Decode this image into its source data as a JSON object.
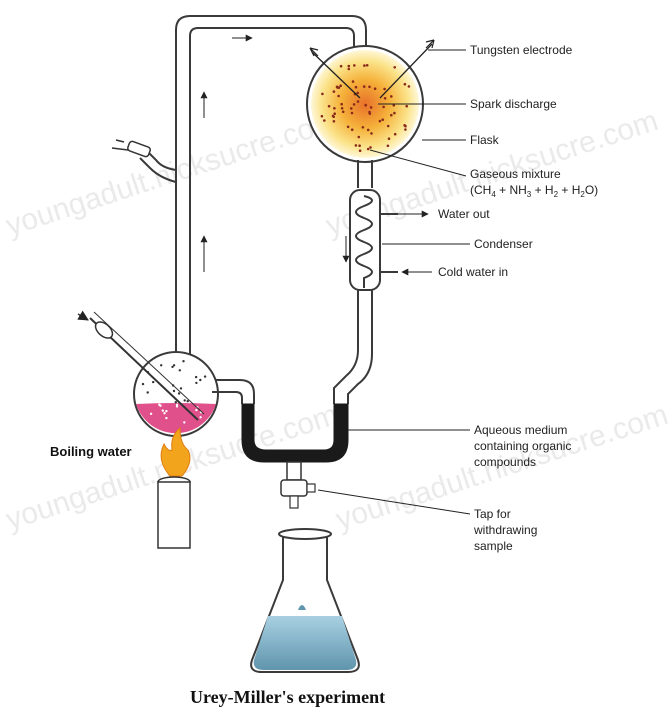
{
  "labels": {
    "tungsten_electrode": "Tungsten electrode",
    "spark_discharge": "Spark discharge",
    "flask": "Flask",
    "gaseous_mixture": "Gaseous mixture",
    "gaseous_formula": {
      "open": "(CH",
      "ch_sub": "4",
      "plus_nh": " + NH",
      "nh_sub": "3",
      "plus_h": " + H",
      "h_sub": "2",
      "plus_h2o": " + H",
      "h2o_sub": "2",
      "close": "O)"
    },
    "water_out": "Water out",
    "condenser": "Condenser",
    "cold_water_in": "Cold water in",
    "aqueous_line1": "Aqueous medium",
    "aqueous_line2": "containing organic",
    "aqueous_line3": "compounds",
    "tap_line1": "Tap for",
    "tap_line2": "withdrawing",
    "tap_line3": "sample",
    "boiling_water": "Boiling water"
  },
  "caption": "Urey-Miller's experiment",
  "watermark": "youngadult.nicksucre.com",
  "colors": {
    "spark_center": "#e8712a",
    "spark_mid": "#f5b13a",
    "spark_outer": "#fbe38a",
    "boiling_liquid": "#e0508a",
    "aqueous_medium": "#1a1a1a",
    "flame": "#f2a51c",
    "sample_liquid": "#7fb6cf"
  },
  "icons": [
    "electrode-icon",
    "spark-icon",
    "flame-icon",
    "burner-icon",
    "stopcock-icon",
    "tap-icon",
    "conical-flask-icon",
    "arrow-icon"
  ]
}
